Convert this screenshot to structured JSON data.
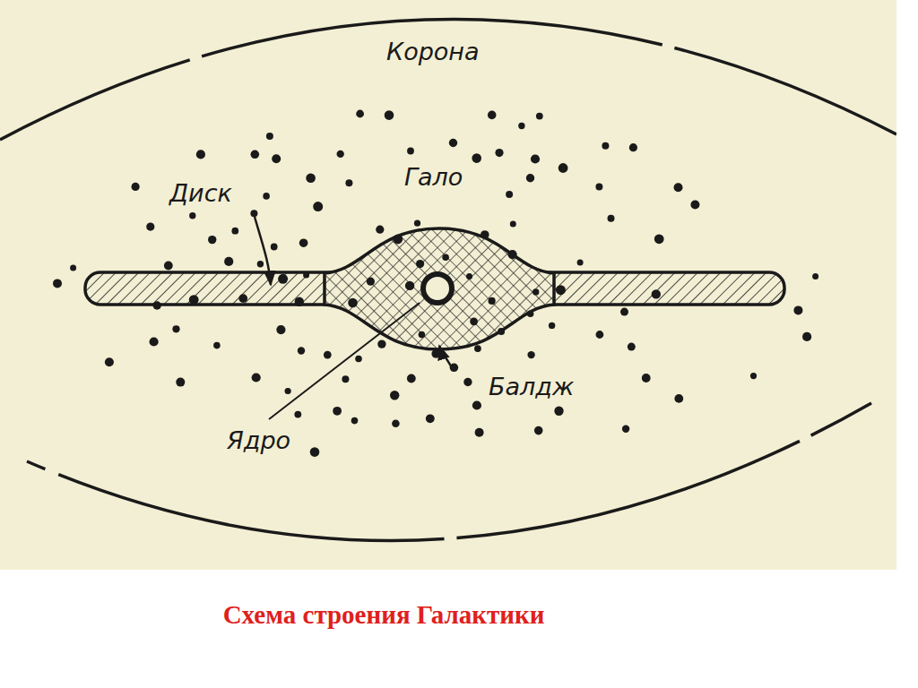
{
  "diagram": {
    "caption": "Схема строения Галактики",
    "labels": [
      "Корона",
      "Гало",
      "Диск",
      "Балдж",
      "Ядро"
    ]
  }
}
